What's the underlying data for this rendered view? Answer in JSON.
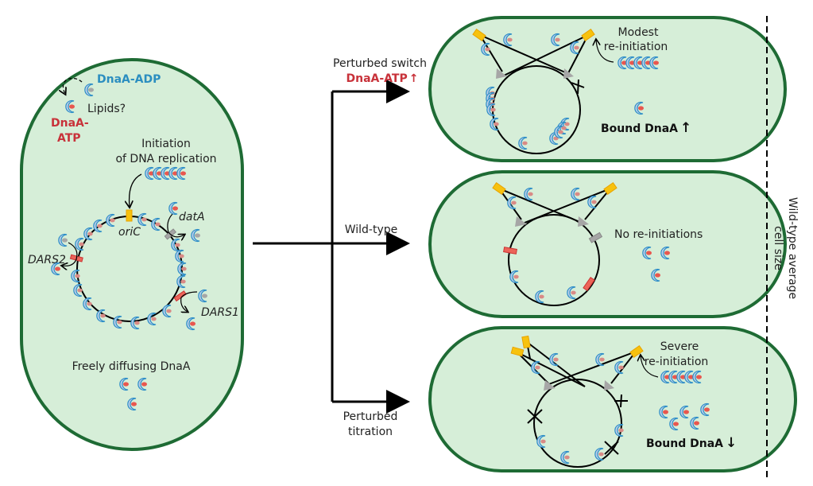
{
  "colors": {
    "cell_fill": "#d6eed8",
    "cell_stroke": "#1e6b34",
    "dnaa_body": "#b9cde8",
    "dnaa_outline": "#2f8fc7",
    "atp_core": "#e8574f",
    "adp_core": "#a7a7a7",
    "oric": "#f7c20e",
    "dars": "#ec6459",
    "data_site": "#a6a6a6",
    "adp_text": "#2b8ec0",
    "atp_text": "#c8323a"
  },
  "left_cell": {
    "dnaa_adp_label": "DnaA-ADP",
    "lipids_label": "Lipids?",
    "dnaa_atp_label_line1": "DnaA-",
    "dnaa_atp_label_line2": "ATP",
    "initiation_line1": "Initiation",
    "initiation_line2": "of DNA replication",
    "oric_label": "oriC",
    "data_label": "datA",
    "dars1_label": "DARS1",
    "dars2_label": "DARS2",
    "freely_label": "Freely diffusing DnaA"
  },
  "branches": {
    "top_label_line1": "Perturbed switch",
    "top_label_line2": "DnaA-ATP",
    "top_arrow": "↑",
    "middle_label": "Wild-type",
    "bottom_label_line1": "Perturbed",
    "bottom_label_line2": "titration"
  },
  "top_cell": {
    "reinit_line1": "Modest",
    "reinit_line2": "re-initiation",
    "bound_label": "Bound DnaA",
    "bound_arrow": "↑"
  },
  "middle_cell": {
    "reinit_label": "No re-initiations"
  },
  "bottom_cell": {
    "reinit_line1": "Severe",
    "reinit_line2": "re-initiation",
    "bound_label": "Bound DnaA",
    "bound_arrow": "↓"
  },
  "cell_size_line": {
    "label_line1": "Wild-type average",
    "label_line2": "cell size"
  }
}
